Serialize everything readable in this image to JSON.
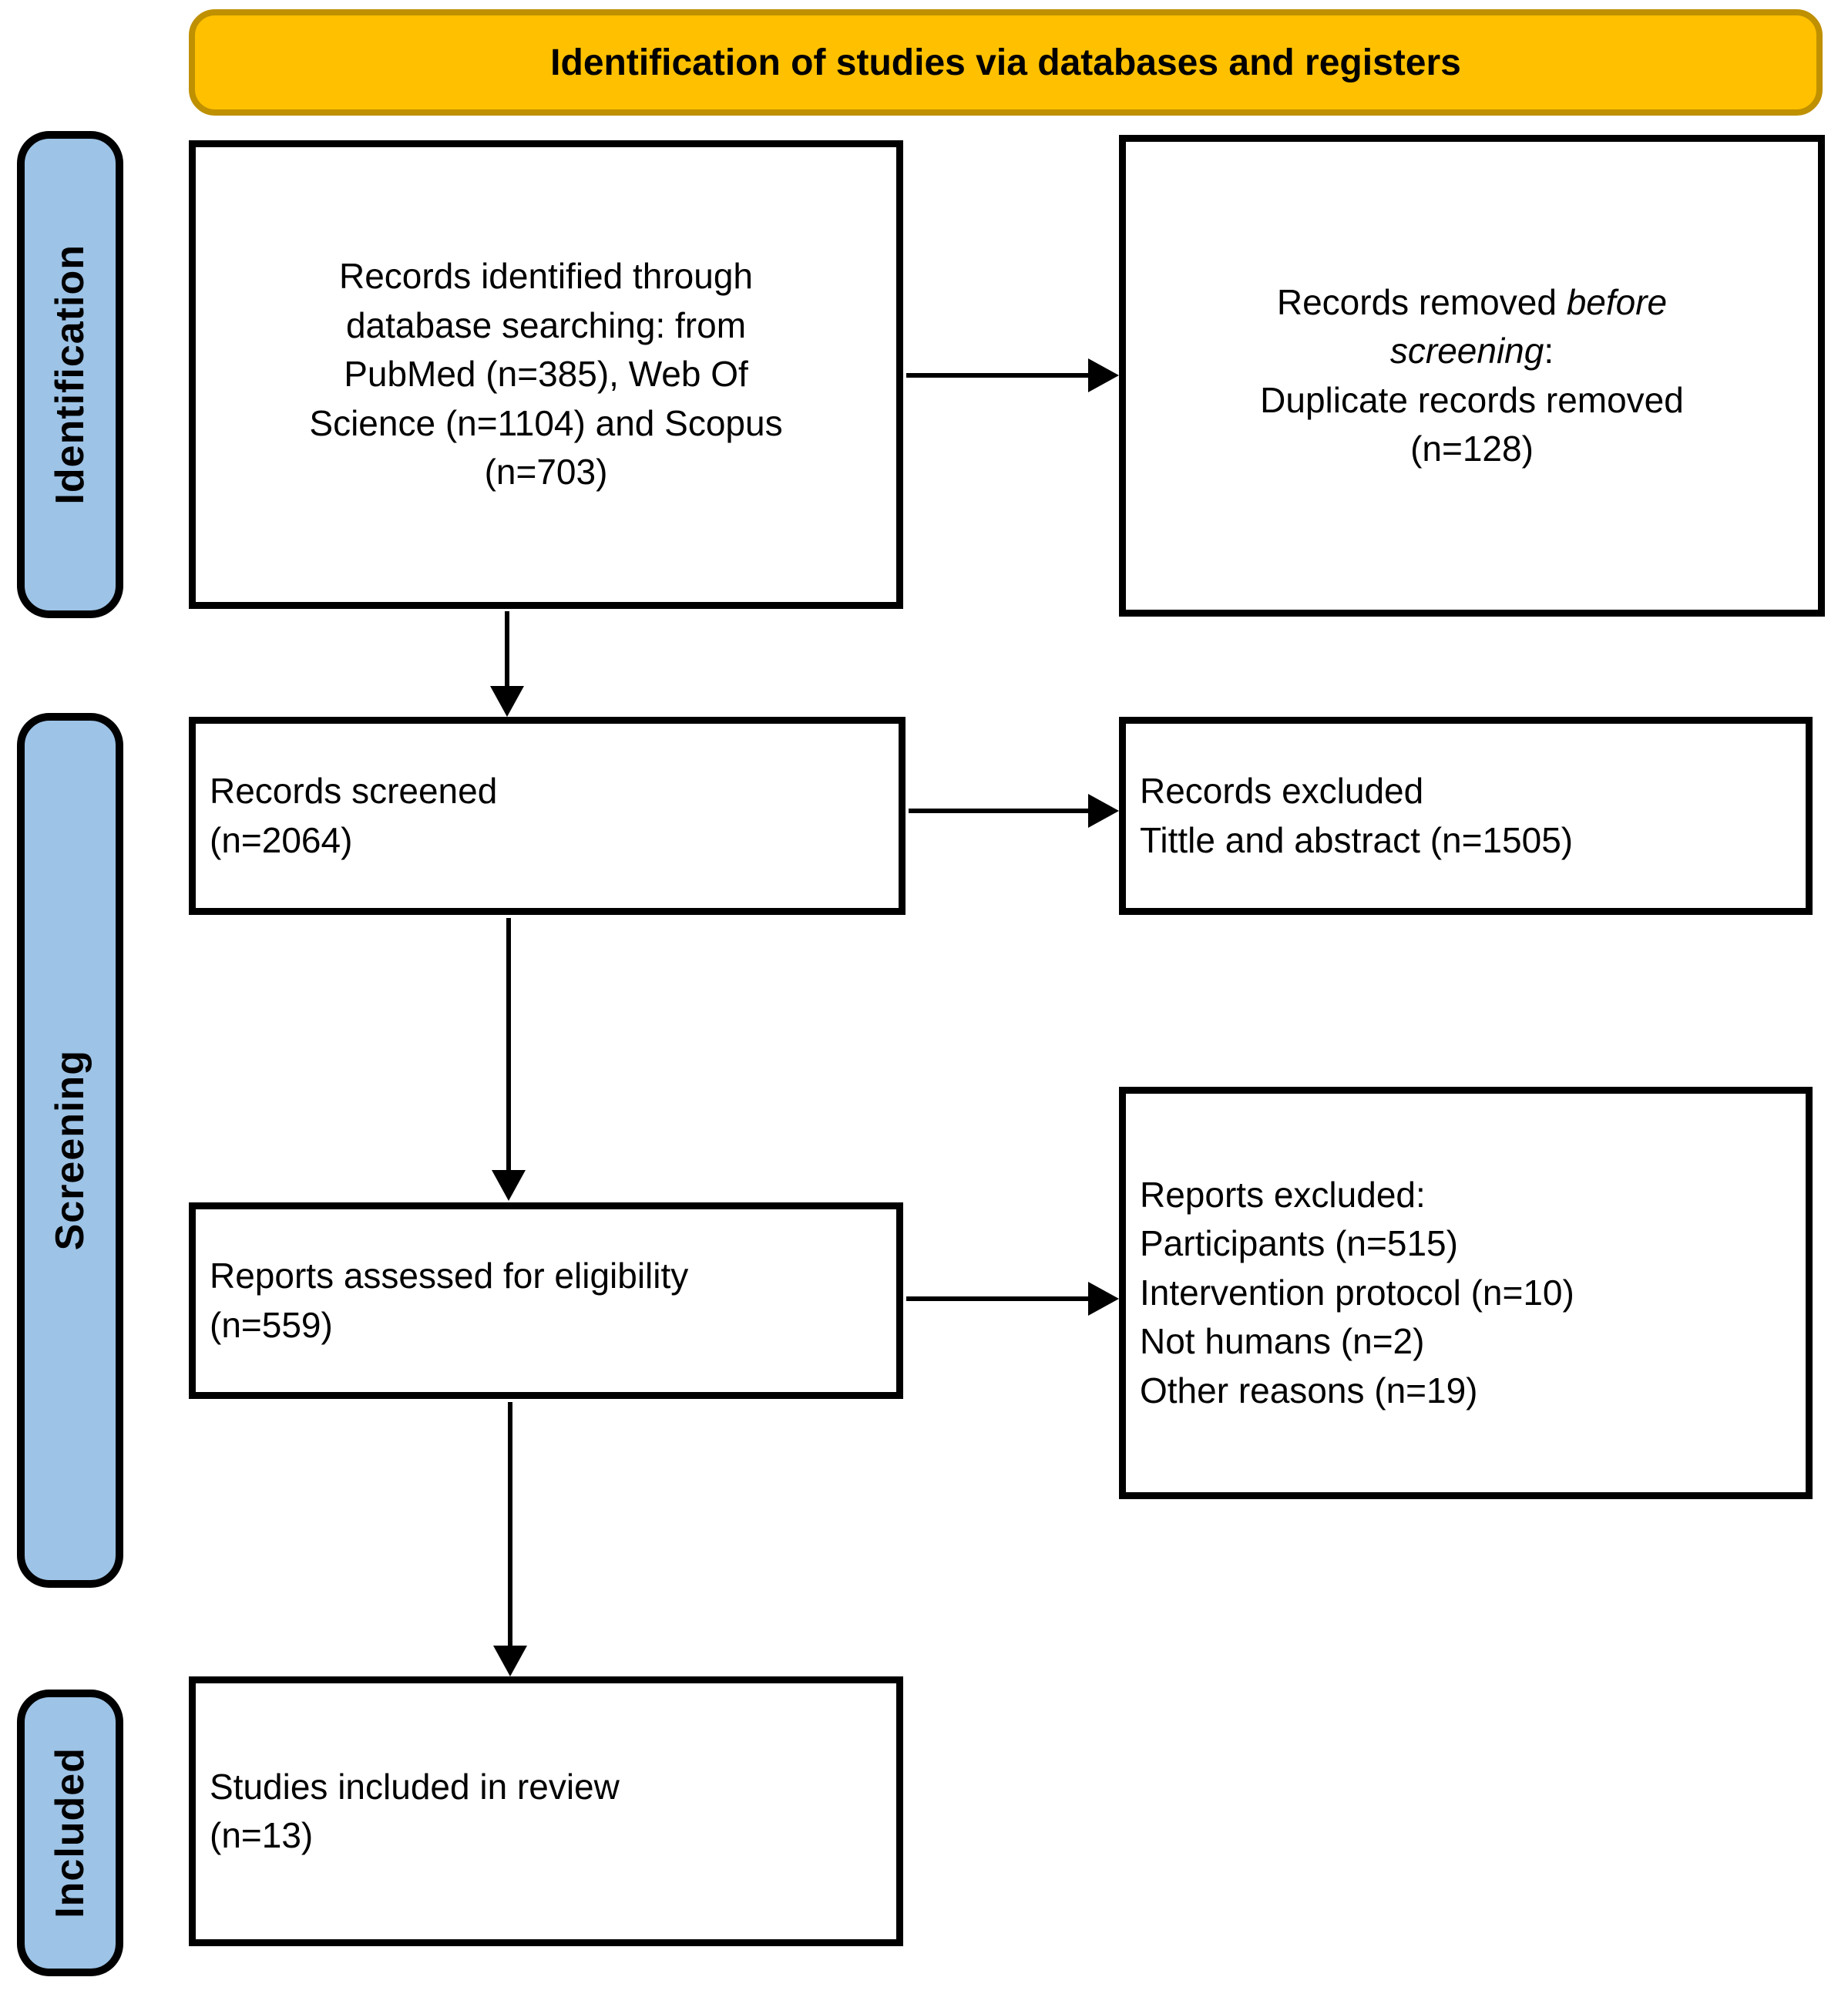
{
  "banner": {
    "title": "Identification of studies via databases and registers",
    "fill": "#FFC000",
    "border_color": "#BF9000"
  },
  "sidebar": {
    "fill": "#9DC3E6",
    "items": [
      {
        "label": "Identification"
      },
      {
        "label": "Screening"
      },
      {
        "label": "Included"
      }
    ]
  },
  "boxes": {
    "records_identified": {
      "lines": [
        "Records identified through",
        "database searching: from",
        "PubMed (n=385), Web Of",
        "Science (n=1104) and Scopus",
        "(n=703)"
      ]
    },
    "records_removed": {
      "prefix": "Records removed ",
      "italic1": "before",
      "italic2": "screening",
      "suffix": ":",
      "lines": [
        "Duplicate records removed",
        "(n=128)"
      ]
    },
    "records_screened": {
      "lines": [
        "Records screened",
        "(n=2064)"
      ]
    },
    "records_excluded": {
      "lines": [
        "Records excluded",
        "Tittle and abstract (n=1505)"
      ]
    },
    "reports_assessed": {
      "lines": [
        "Reports assessed for eligibility",
        "(n=559)"
      ]
    },
    "reports_excluded": {
      "lines": [
        "Reports excluded:",
        "Participants (n=515)",
        "Intervention protocol (n=10)",
        "Not humans (n=2)",
        "Other reasons (n=19)"
      ]
    },
    "studies_included": {
      "lines": [
        "Studies included in review",
        "(n=13)"
      ]
    }
  }
}
